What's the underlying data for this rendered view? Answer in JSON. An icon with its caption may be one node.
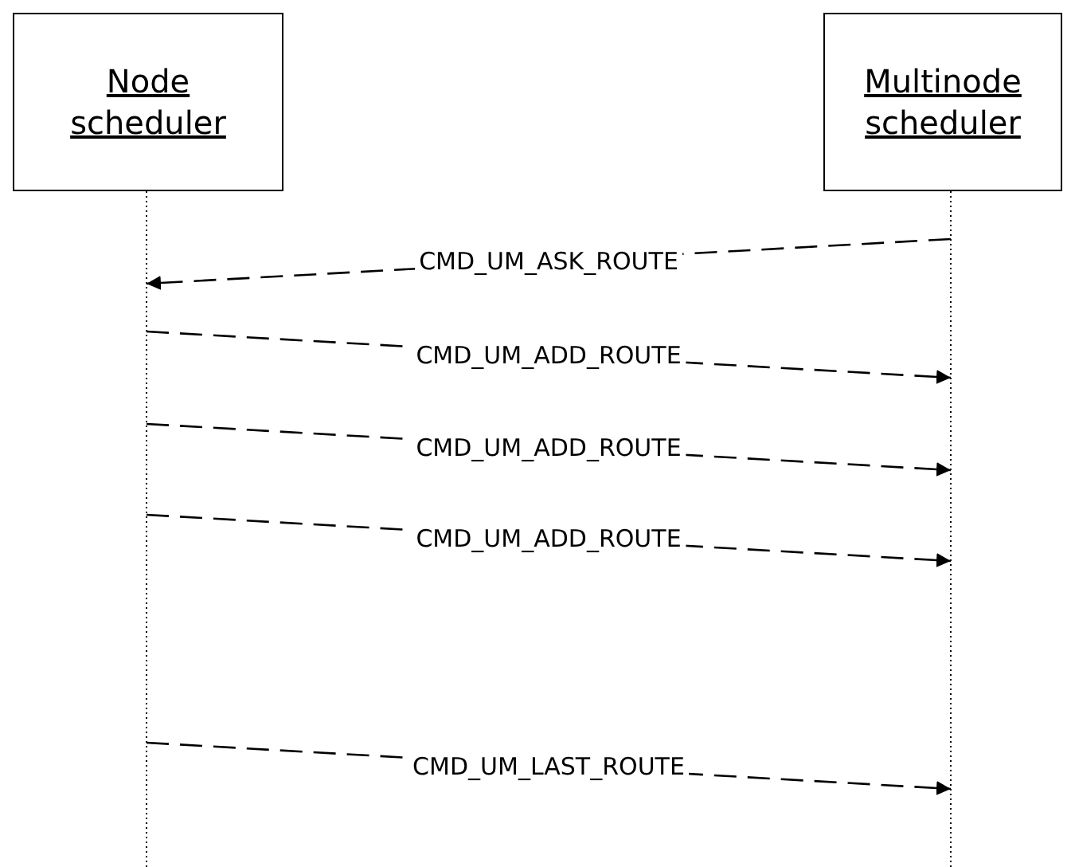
{
  "diagram": {
    "nodes": [
      {
        "text": [
          "Node scheduler"
        ]
      },
      {
        "text": [
          "Multinode scheduler"
        ]
      }
    ],
    "edges": [
      {
        "from": 1,
        "to": 0,
        "arrow": "to",
        "label": "CMD_UM_ASK_ROUTE",
        "style": "dashed"
      },
      {
        "from": 0,
        "to": 1,
        "arrow": "to",
        "label": "CMD_UM_ADD_ROUTE",
        "style": "dashed"
      },
      {
        "from": 0,
        "to": 1,
        "arrow": "to",
        "label": "CMD_UM_ADD_ROUTE",
        "style": "dashed"
      },
      {
        "from": 0,
        "to": 1,
        "arrow": "to",
        "label": "CMD_UM_ADD_ROUTE",
        "style": "dashed"
      },
      {
        "from": 0,
        "to": 1,
        "arrow": "to",
        "label": "CMD_UM_LAST_ROUTE",
        "style": "dashed"
      }
    ]
  }
}
